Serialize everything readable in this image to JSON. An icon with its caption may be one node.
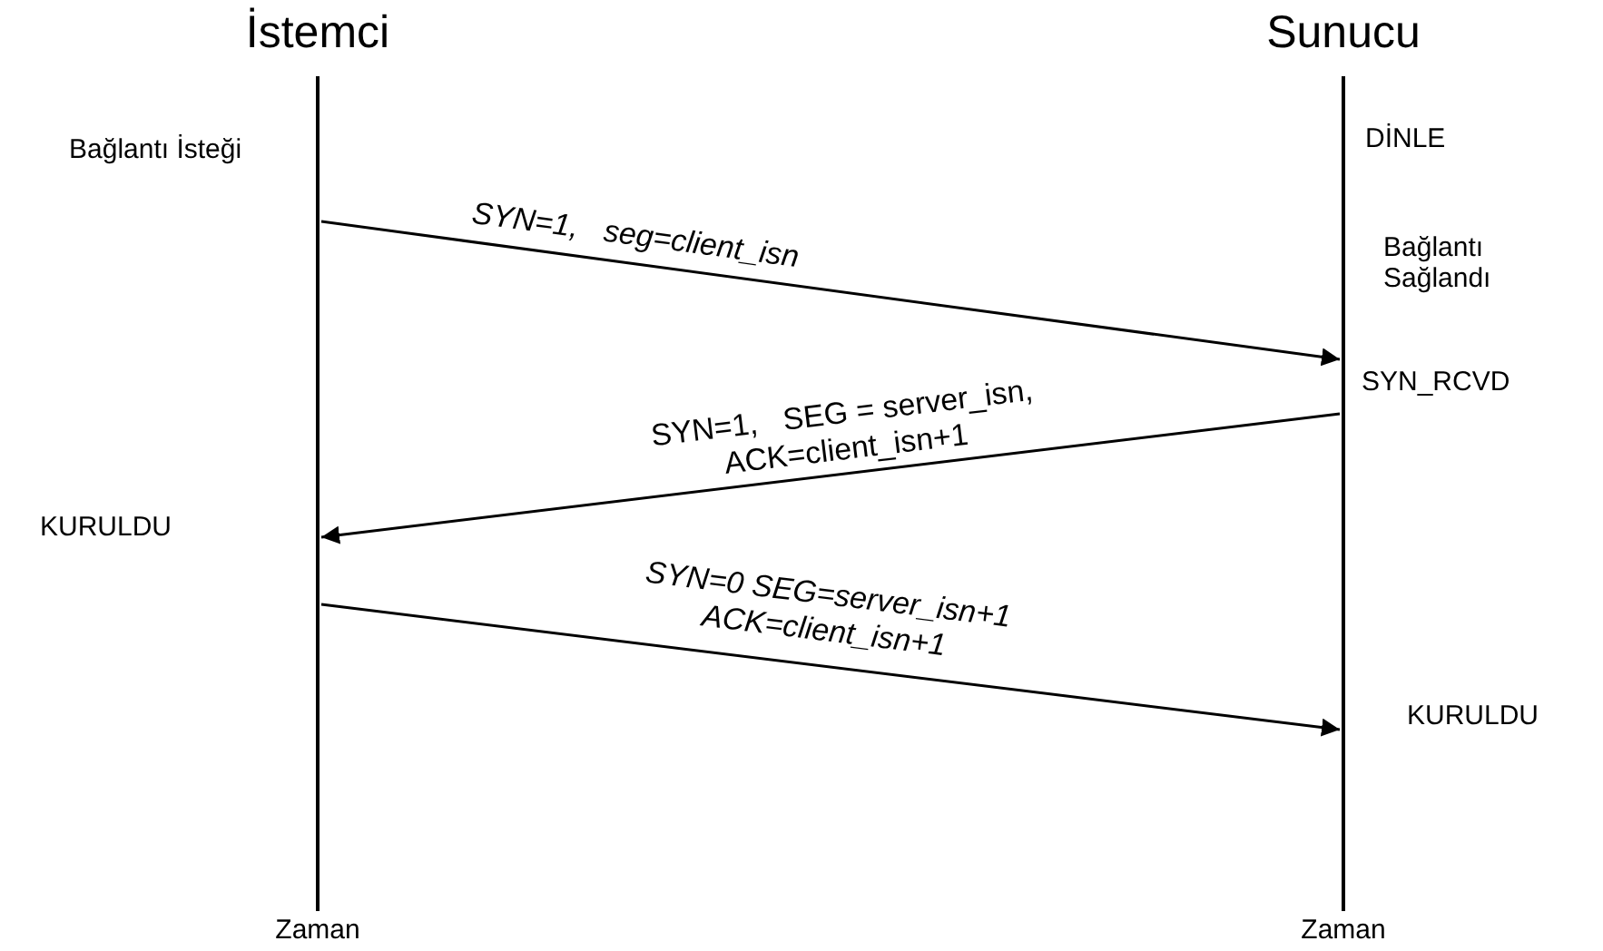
{
  "diagram": {
    "nodes": [
      {
        "text": [
          "İstemci"
        ],
        "beside": [
          "Zaman"
        ]
      },
      {
        "text": [
          "Sunucu"
        ],
        "beside": [
          "Zaman"
        ]
      }
    ],
    "edges": [
      {
        "from": 0,
        "to": 1,
        "arrow": "to",
        "label": "SYN=1,   seg=client_isn"
      },
      {
        "from": 1,
        "to": 0,
        "arrow": "to",
        "label": "SYN=1,   SEG = server_isn, ACK=client_isn+1"
      },
      {
        "from": 0,
        "to": 1,
        "arrow": "to",
        "label": "SYN=0 SEG=server_isn+1 ACK=client_isn+1"
      }
    ],
    "labels": [
      "Bağlantı İsteği",
      "DİNLE",
      "Bağlantı Sağlandı",
      "SYN_RCVD",
      "KURULDU",
      "KURULDU"
    ]
  }
}
